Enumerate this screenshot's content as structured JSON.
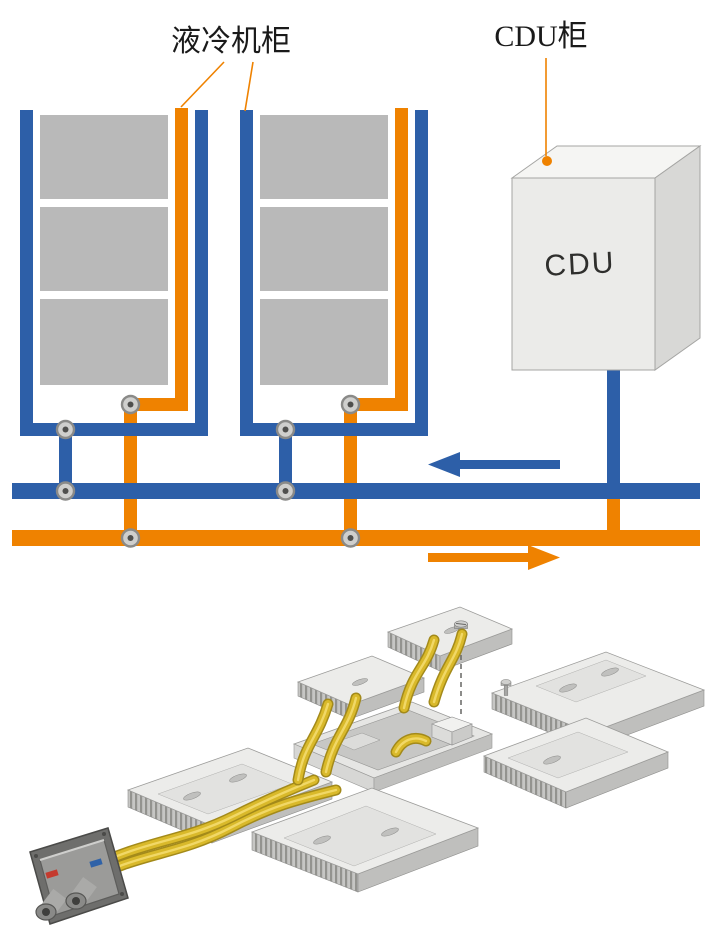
{
  "labels": {
    "cabinet_label": "液冷机柜",
    "cdu_cabinet_label": "CDU柜",
    "cdu_box_label": "CDU"
  },
  "colors": {
    "supply_blue": "#2d5fa8",
    "return_orange": "#ef8200",
    "server_gray": "#b9b9b9",
    "cdu_front": "#ebebe9",
    "cdu_top": "#f5f5f3",
    "cdu_side": "#d8d8d6",
    "plate_top": "#ececea",
    "plate_side": "#bfbfbd",
    "tube_yellow": "#d9b92a",
    "tube_highlight": "#f2d96a",
    "tube_outline": "#a38a1a",
    "valve_fill": "#cfcfcd",
    "valve_ring": "#8a8a88",
    "label_text": "#1a1a1a"
  },
  "schematic": {
    "cabinet_count": 2,
    "server_blocks_per_cabinet": 3,
    "valve_count": 8,
    "flow_arrows": [
      {
        "name": "supply",
        "color": "blue",
        "direction": "left"
      },
      {
        "name": "return",
        "color": "orange",
        "direction": "right"
      }
    ]
  },
  "illustration": {
    "cold_plate_count": 6,
    "connector_markers": [
      "red",
      "blue"
    ]
  }
}
